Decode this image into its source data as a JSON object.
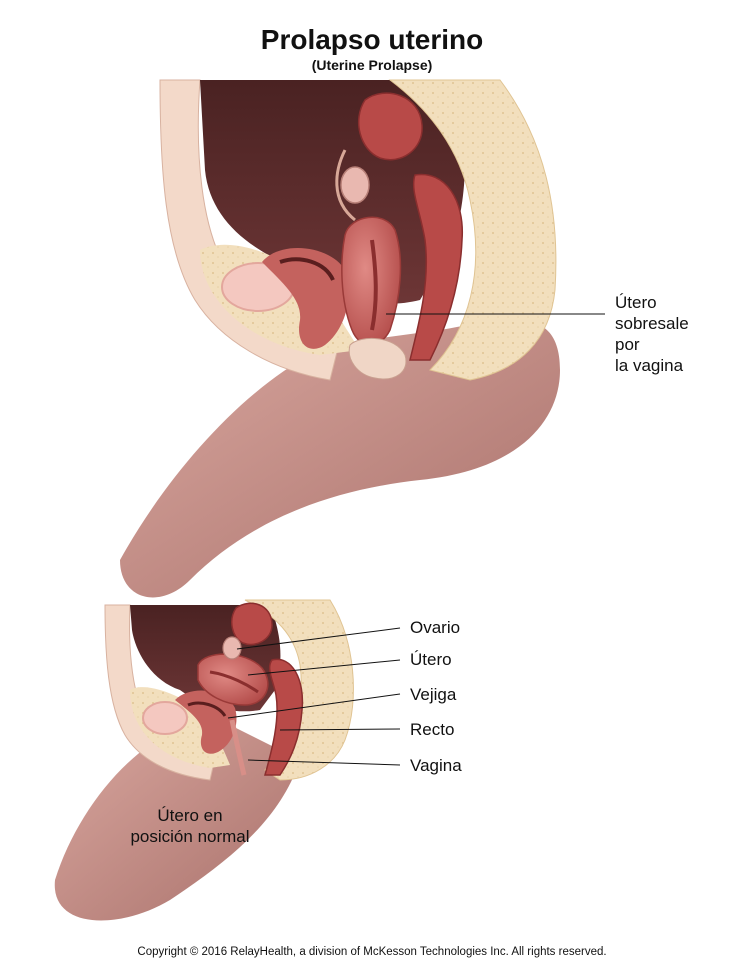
{
  "title": "Prolapso uterino",
  "subtitle": "(Uterine Prolapse)",
  "top_figure": {
    "callout": "Útero\nsobresale\npor\nla vagina"
  },
  "bottom_figure": {
    "labels": {
      "ovary": "Ovario",
      "uterus": "Útero",
      "bladder": "Vejiga",
      "rectum": "Recto",
      "vagina": "Vagina"
    },
    "caption": "Útero en\nposición normal"
  },
  "footer": "Copyright © 2016 RelayHealth, a division of McKesson Technologies Inc. All rights reserved.",
  "colors": {
    "skin": "#c9928a",
    "skin_dark": "#a8706a",
    "cavity": "#5a2a2a",
    "fat": "#f0ddb8",
    "uterus": "#c85a5a",
    "muscle": "#b84a48"
  }
}
